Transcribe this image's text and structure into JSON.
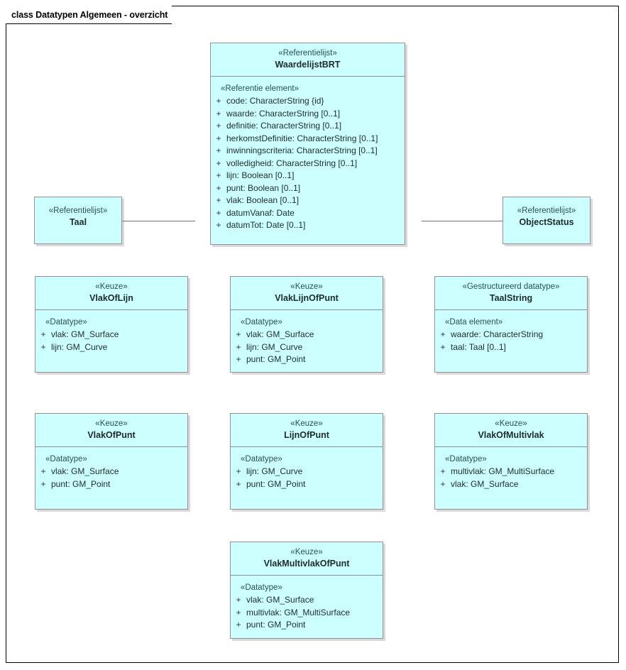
{
  "diagram": {
    "title": "class Datatypen Algemeen - overzicht",
    "colors": {
      "class_fill": "#CCFFFF",
      "class_border": "#9B8D90",
      "connector": "#6B6F96",
      "stereotype_text": "#2B4F52",
      "frame_border": "#000000"
    }
  },
  "classes": {
    "waardelijstbrt": {
      "stereotype": "«Referentielijst»",
      "name": "WaardelijstBRT",
      "compartment_stereotype": "«Referentie element»",
      "attributes": [
        {
          "visibility": "+",
          "text": "code: CharacterString {id}"
        },
        {
          "visibility": "+",
          "text": "waarde: CharacterString [0..1]"
        },
        {
          "visibility": "+",
          "text": "definitie: CharacterString [0..1]"
        },
        {
          "visibility": "+",
          "text": "herkomstDefinitie: CharacterString [0..1]"
        },
        {
          "visibility": "+",
          "text": "inwinningscriteria: CharacterString [0..1]"
        },
        {
          "visibility": "+",
          "text": "volledigheid: CharacterString [0..1]"
        },
        {
          "visibility": "+",
          "text": "lijn: Boolean [0..1]"
        },
        {
          "visibility": "+",
          "text": "punt: Boolean [0..1]"
        },
        {
          "visibility": "+",
          "text": "vlak: Boolean [0..1]"
        },
        {
          "visibility": "+",
          "text": "datumVanaf: Date"
        },
        {
          "visibility": "+",
          "text": "datumTot: Date [0..1]"
        }
      ]
    },
    "taal": {
      "stereotype": "«Referentielijst»",
      "name": "Taal",
      "compartment_stereotype": "",
      "attributes": []
    },
    "objectstatus": {
      "stereotype": "«Referentielijst»",
      "name": "ObjectStatus",
      "compartment_stereotype": "",
      "attributes": []
    },
    "vlakoflijn": {
      "stereotype": "«Keuze»",
      "name": "VlakOfLijn",
      "compartment_stereotype": "«Datatype»",
      "attributes": [
        {
          "visibility": "+",
          "text": "vlak: GM_Surface"
        },
        {
          "visibility": "+",
          "text": "lijn: GM_Curve"
        }
      ]
    },
    "vlaklijnofpunt": {
      "stereotype": "«Keuze»",
      "name": "VlakLijnOfPunt",
      "compartment_stereotype": "«Datatype»",
      "attributes": [
        {
          "visibility": "+",
          "text": "vlak: GM_Surface"
        },
        {
          "visibility": "+",
          "text": "lijn: GM_Curve"
        },
        {
          "visibility": "+",
          "text": "punt: GM_Point"
        }
      ]
    },
    "taalstring": {
      "stereotype": "«Gestructureerd datatype»",
      "name": "TaalString",
      "compartment_stereotype": "«Data element»",
      "attributes": [
        {
          "visibility": "+",
          "text": "waarde: CharacterString"
        },
        {
          "visibility": "+",
          "text": "taal: Taal [0..1]"
        }
      ]
    },
    "vlakofpunt": {
      "stereotype": "«Keuze»",
      "name": "VlakOfPunt",
      "compartment_stereotype": "«Datatype»",
      "attributes": [
        {
          "visibility": "+",
          "text": "vlak: GM_Surface"
        },
        {
          "visibility": "+",
          "text": "punt: GM_Point"
        }
      ]
    },
    "lijnofpunt": {
      "stereotype": "«Keuze»",
      "name": "LijnOfPunt",
      "compartment_stereotype": "«Datatype»",
      "attributes": [
        {
          "visibility": "+",
          "text": "lijn: GM_Curve"
        },
        {
          "visibility": "+",
          "text": "punt: GM_Point"
        }
      ]
    },
    "vlakofmultivlak": {
      "stereotype": "«Keuze»",
      "name": "VlakOfMultivlak",
      "compartment_stereotype": "«Datatype»",
      "attributes": [
        {
          "visibility": "+",
          "text": "multivlak: GM_MultiSurface"
        },
        {
          "visibility": "+",
          "text": "vlak: GM_Surface"
        }
      ]
    },
    "vlakmultivlakofpunt": {
      "stereotype": "«Keuze»",
      "name": "VlakMultivlakOfPunt",
      "compartment_stereotype": "«Datatype»",
      "attributes": [
        {
          "visibility": "+",
          "text": "vlak: GM_Surface"
        },
        {
          "visibility": "+",
          "text": "multivlak: GM_MultiSurface"
        },
        {
          "visibility": "+",
          "text": "punt: GM_Point"
        }
      ]
    }
  },
  "connectors": [
    {
      "from": "Taal",
      "to": "WaardelijstBRT",
      "type": "generalization"
    },
    {
      "from": "ObjectStatus",
      "to": "WaardelijstBRT",
      "type": "generalization"
    }
  ]
}
